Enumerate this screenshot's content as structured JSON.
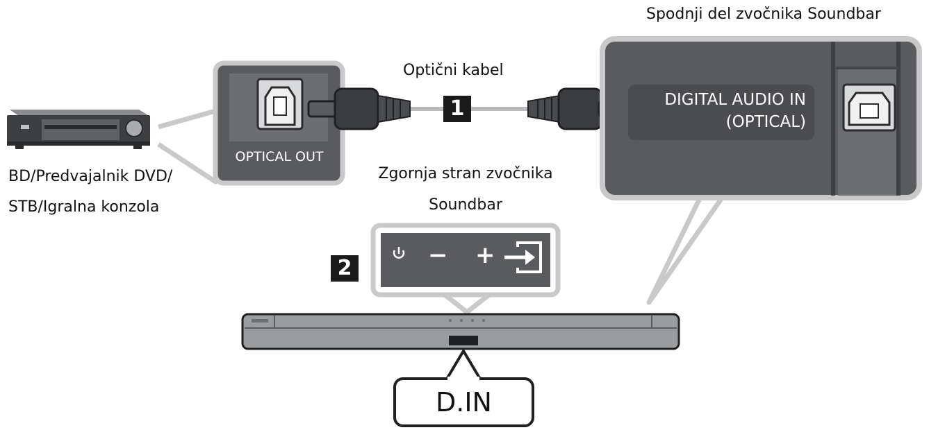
{
  "labels": {
    "bottom_of_soundbar": "Spodnji del zvočnika Soundbar",
    "optical_cable": "Optični kabel",
    "source_device_line1": "BD/Predvajalnik DVD/",
    "source_device_line2": "STB/Igralna konzola",
    "top_of_soundbar_line1": "Zgornja stran zvočnika",
    "top_of_soundbar_line2": "Soundbar",
    "optical_out": "OPTICAL OUT",
    "digital_audio_in_line1": "DIGITAL AUDIO IN",
    "digital_audio_in_line2": "(OPTICAL)",
    "display_text": "D.IN"
  },
  "steps": {
    "step1": "1",
    "step2": "2"
  },
  "control_buttons": {
    "power_icon": "power-icon",
    "volume_down": "−",
    "volume_up": "+",
    "source_icon": "source-input-icon"
  },
  "colors": {
    "panel_dark": "#595b5e",
    "panel_light": "#7a7c7f",
    "outline": "#c9c9c9",
    "soundbar": "#9a9c9e",
    "badge": "#1a1a1a"
  }
}
